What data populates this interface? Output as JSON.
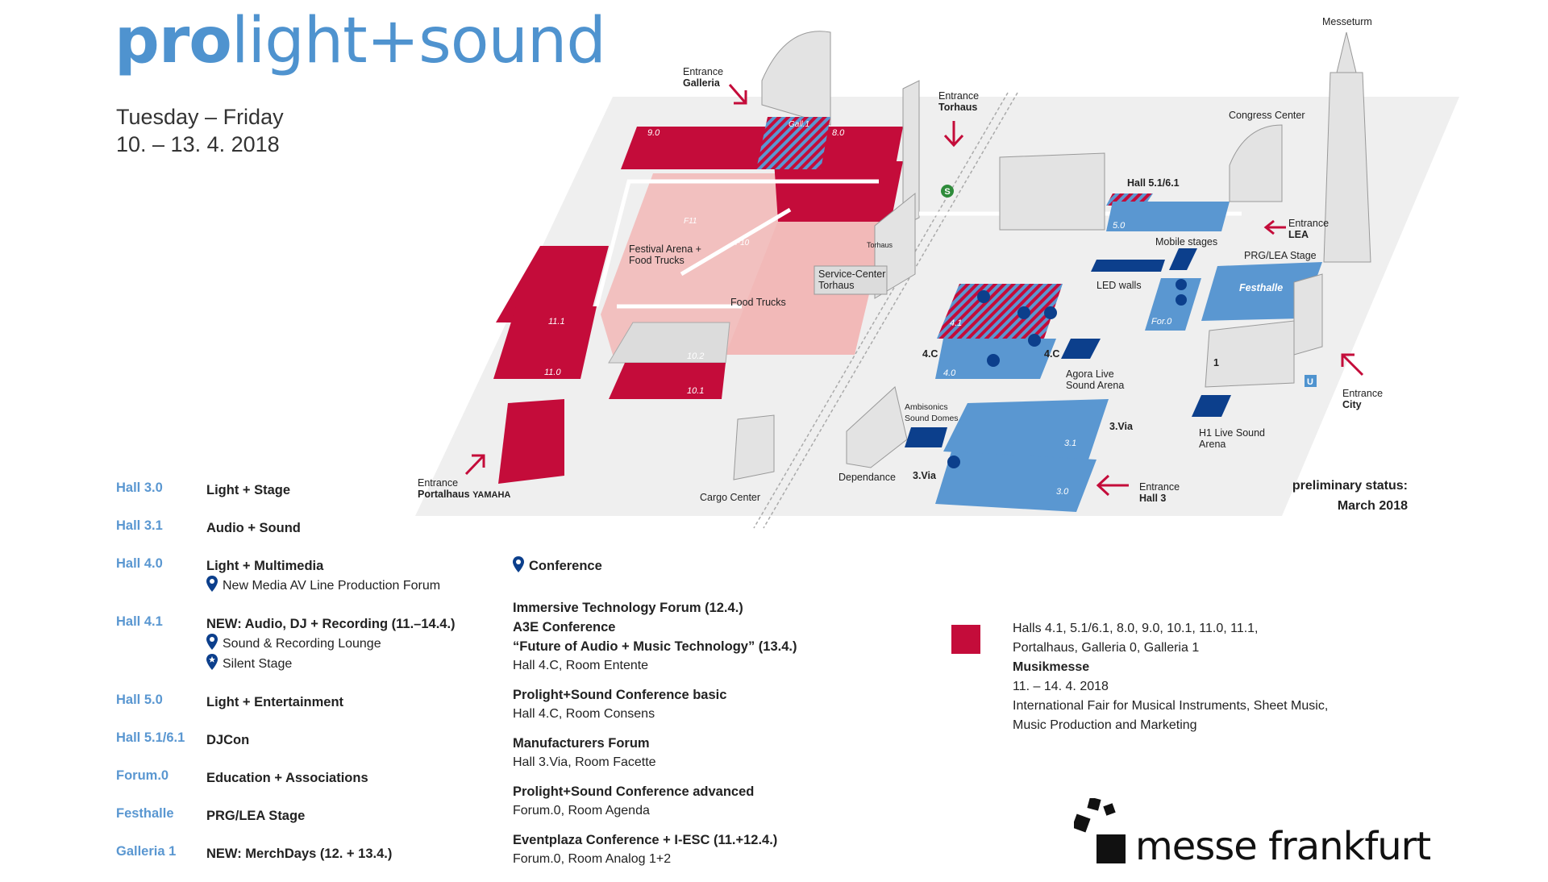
{
  "brand": {
    "pro": "pro",
    "rest": "light+sound",
    "color": "#4f93cf"
  },
  "dates": {
    "days": "Tuesday – Friday",
    "range": "10. – 13. 4. 2018"
  },
  "map": {
    "entrance_galleria": {
      "l1": "Entrance",
      "l2": "Galleria"
    },
    "entrance_torhaus": {
      "l1": "Entrance",
      "l2": "Torhaus"
    },
    "entrance_portalhaus": {
      "l1": "Entrance",
      "l2": "Portalhaus",
      "sponsor": "YAMAHA"
    },
    "entrance_lea": {
      "l1": "Entrance",
      "l2": "LEA"
    },
    "entrance_city": {
      "l1": "Entrance",
      "l2": "City"
    },
    "entrance_hall3": {
      "l1": "Entrance",
      "l2": "Hall 3"
    },
    "messeturm": "Messeturm",
    "congress_center": "Congress Center",
    "hall_51_61": "Hall 5.1/6.1",
    "mobile_stages": "Mobile stages",
    "led_walls": "LED walls",
    "prg_lea_stage": "PRG/LEA Stage",
    "festhalle": "Festhalle",
    "festival_arena": {
      "l1": "Festival Arena +",
      "l2": "Food Trucks"
    },
    "food_trucks": "Food Trucks",
    "service_center": {
      "l1": "Service-Center",
      "l2": "Torhaus"
    },
    "torhaus": "Torhaus",
    "agora": {
      "l1": "Agora Live",
      "l2": "Sound Arena"
    },
    "ambisonics": {
      "l1": "Ambisonics",
      "l2": "Sound Domes"
    },
    "h1_live": {
      "l1": "H1 Live Sound",
      "l2": "Arena"
    },
    "dependance": "Dependance",
    "cargo_center": "Cargo Center",
    "via_a": "3.Via",
    "via_b": "3.Via",
    "c4_a": "4.C",
    "c4_b": "4.C",
    "hall_labels": {
      "h90": "9.0",
      "h80": "8.0",
      "gall1": "Gall.1",
      "h111": "11.1",
      "h110": "11.0",
      "h102": "10.2",
      "h101": "10.1",
      "h50": "5.0",
      "h41": "4.1",
      "h40": "4.0",
      "for0": "For.0",
      "h31": "3.1",
      "h30": "3.0",
      "one": "1",
      "f11": "F11",
      "f10": "F10"
    },
    "colors": {
      "musikmesse": "#c40c3a",
      "prolight": "#5a97d1",
      "dark_blue": "#0c3f8c",
      "ground": "#efefef",
      "arena": "#f2c0bf"
    }
  },
  "preliminary": {
    "l1": "preliminary status:",
    "l2": "March 2018"
  },
  "legend": [
    {
      "hall": "Hall 3.0",
      "title": "Light + Stage",
      "subs": []
    },
    {
      "hall": "Hall 3.1",
      "title": "Audio + Sound",
      "subs": []
    },
    {
      "hall": "Hall 4.0",
      "title": "Light + Multimedia",
      "subs": [
        {
          "icon": "pin",
          "text": "New Media AV Line Production Forum"
        }
      ]
    },
    {
      "hall": "Hall 4.1",
      "title": "NEW: Audio, DJ + Recording (11.–14.4.)",
      "subs": [
        {
          "icon": "pin",
          "text": "Sound & Recording Lounge"
        },
        {
          "icon": "star-pin",
          "text": "Silent Stage"
        }
      ]
    },
    {
      "hall": "Hall 5.0",
      "title": "Light + Entertainment",
      "subs": []
    },
    {
      "hall": "Hall 5.1/6.1",
      "title": "DJCon",
      "subs": []
    },
    {
      "hall": "Forum.0",
      "title": "Education + Associations",
      "subs": []
    },
    {
      "hall": "Festhalle",
      "title": "PRG/LEA Stage",
      "subs": []
    },
    {
      "hall": "Galleria 1",
      "title": "NEW: MerchDays (12. + 13.4.)",
      "subs": []
    }
  ],
  "conference": {
    "heading": "Conference",
    "blocks": [
      {
        "lines_bold": [
          "Immersive Technology Forum (12.4.)",
          "A3E Conference",
          "“Future of Audio + Music Technology” (13.4.)"
        ],
        "room": "Hall 4.C, Room Entente"
      },
      {
        "lines_bold": [
          "Prolight+Sound Conference basic"
        ],
        "room": "Hall 4.C, Room Consens"
      },
      {
        "lines_bold": [
          "Manufacturers Forum"
        ],
        "room": "Hall 3.Via, Room Facette"
      },
      {
        "lines_bold": [
          "Prolight+Sound Conference advanced"
        ],
        "room": "Forum.0, Room Agenda"
      },
      {
        "lines_bold": [
          "Eventplaza Conference + I-ESC (11.+12.4.)"
        ],
        "room": "Forum.0, Room Analog 1+2"
      }
    ]
  },
  "musikmesse": {
    "halls1": "Halls 4.1, 5.1/6.1, 8.0, 9.0, 10.1, 11.0, 11.1,",
    "halls2": "Portalhaus, Galleria 0, Galleria 1",
    "name": "Musikmesse",
    "dates": "11. – 14. 4. 2018",
    "desc1": "International Fair for Musical Instruments, Sheet Music,",
    "desc2": "Music Production and Marketing"
  },
  "messe_logo": "messe frankfurt"
}
